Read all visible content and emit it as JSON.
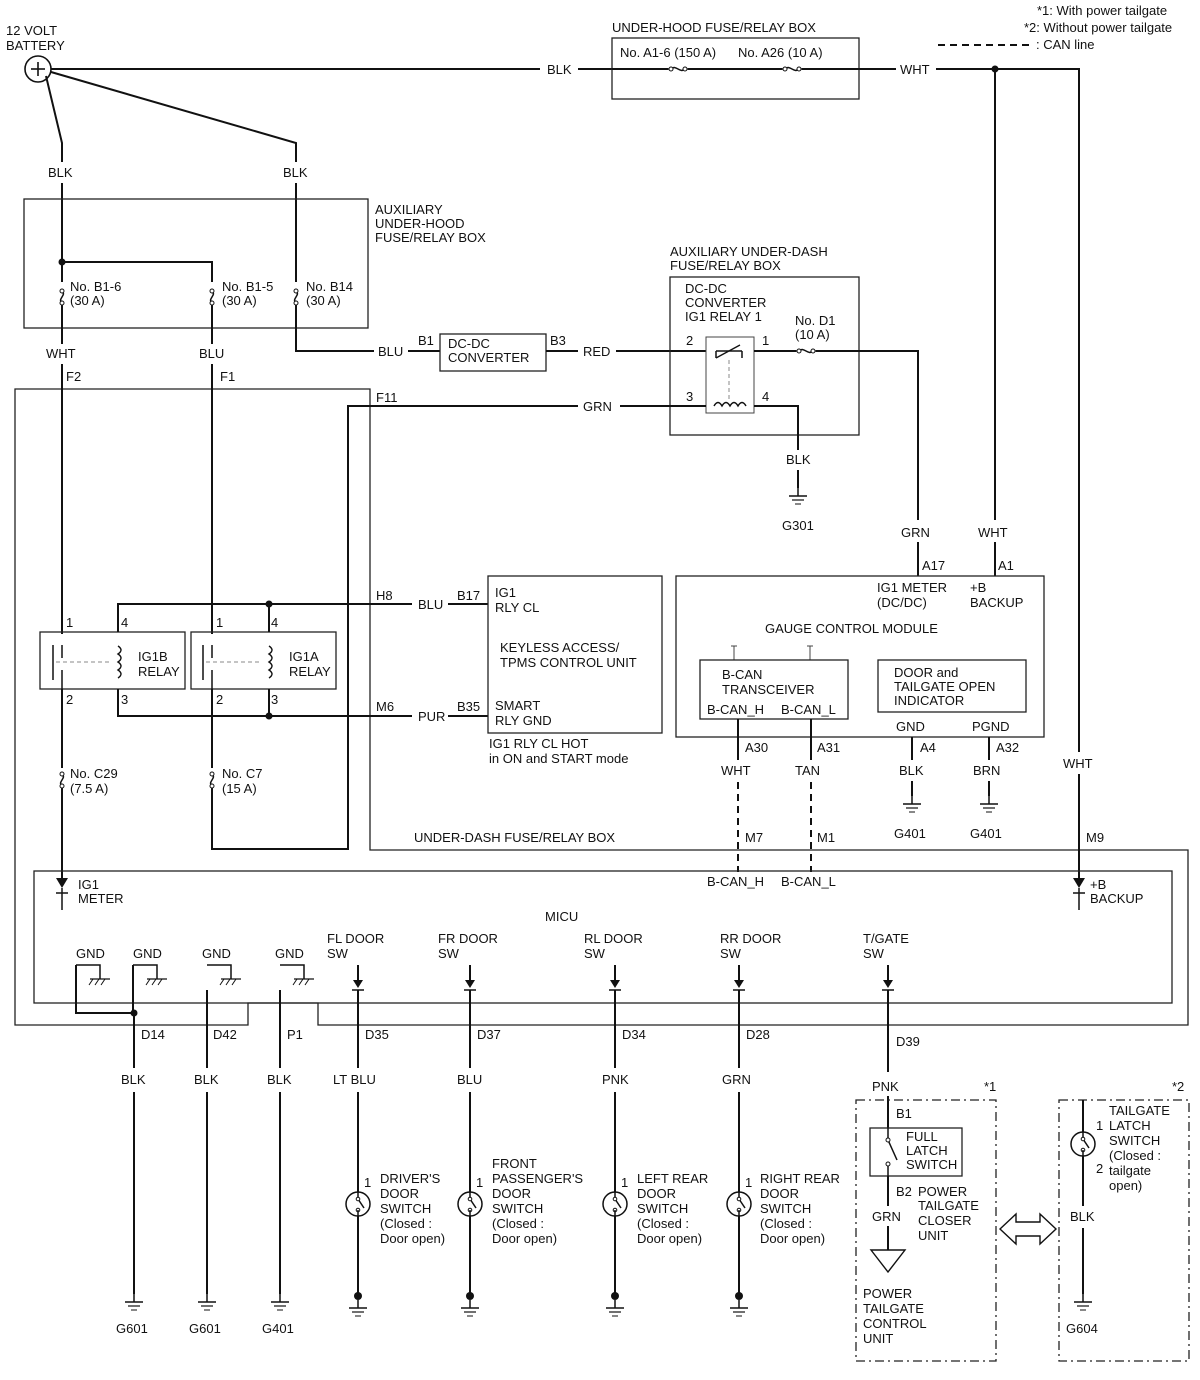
{
  "notes": {
    "n1": "*1: With power tailgate",
    "n2": "*2: Without power tailgate",
    "can": ": CAN line"
  },
  "battery": {
    "l1": "12 VOLT",
    "l2": "BATTERY"
  },
  "uhb": {
    "title": "UNDER-HOOD FUSE/RELAY BOX",
    "fuse1": "No. A1-6 (150 A)",
    "fuse2": "No. A26 (10 A)"
  },
  "auxuhb": {
    "l1": "AUXILIARY",
    "l2": "UNDER-HOOD",
    "l3": "FUSE/RELAY BOX",
    "b16a": "No. B1-6",
    "b16b": "(30 A)",
    "b15a": "No. B1-5",
    "b15b": "(30 A)",
    "b14a": "No. B14",
    "b14b": "(30 A)"
  },
  "auxudb": {
    "l1": "AUXILIARY UNDER-DASH",
    "l2": "FUSE/RELAY BOX",
    "r1": "DC-DC",
    "r2": "CONVERTER",
    "r3": "IG1 RELAY 1",
    "d1a": "No. D1",
    "d1b": "(10 A)",
    "p1": "1",
    "p2": "2",
    "p3": "3",
    "p4": "4"
  },
  "dcdc": {
    "l1": "DC-DC",
    "l2": "CONVERTER",
    "b1": "B1",
    "b3": "B3"
  },
  "wires": {
    "blk": "BLK",
    "wht": "WHT",
    "blu": "BLU",
    "red": "RED",
    "grn": "GRN",
    "pur": "PUR",
    "tan": "TAN",
    "brn": "BRN",
    "ltblu": "LT BLU",
    "pnk": "PNK"
  },
  "conn": {
    "f2": "F2",
    "f1": "F1",
    "f11": "F11",
    "h8": "H8",
    "m6": "M6",
    "m7": "M7",
    "m1": "M1",
    "m9": "M9",
    "b17": "B17",
    "b35": "B35",
    "a17": "A17",
    "a1": "A1",
    "a30": "A30",
    "a31": "A31",
    "a4": "A4",
    "a32": "A32",
    "d14": "D14",
    "d42": "D42",
    "p1": "P1",
    "d35": "D35",
    "d37": "D37",
    "d34": "D34",
    "d28": "D28",
    "d39": "D39",
    "b1": "B1",
    "b2": "B2"
  },
  "grounds": {
    "g301": "G301",
    "g401": "G401",
    "g601": "G601",
    "g604": "G604"
  },
  "relays": {
    "ig1b_a": "IG1B",
    "ig1b_b": "RELAY",
    "ig1a_a": "IG1A",
    "ig1a_b": "RELAY",
    "p1": "1",
    "p2": "2",
    "p3": "3",
    "p4": "4"
  },
  "keyless": {
    "ig1": "IG1",
    "rlycl": "RLY CL",
    "t1": "KEYLESS ACCESS/",
    "t2": "TPMS CONTROL UNIT",
    "smart": "SMART",
    "rlygnd": "RLY GND",
    "n1": "IG1 RLY CL HOT",
    "n2": "in ON and START mode"
  },
  "gauge": {
    "ig1m": "IG1 METER",
    "dcdc": "(DC/DC)",
    "plusb": "+B",
    "backup": "BACKUP",
    "title": "GAUGE CONTROL MODULE",
    "bcan1": "B-CAN",
    "bcan2": "TRANSCEIVER",
    "canh": "B-CAN_H",
    "canl": "B-CAN_L",
    "door1": "DOOR and",
    "door2": "TAILGATE OPEN",
    "door3": "INDICATOR",
    "gnd": "GND",
    "pgnd": "PGND"
  },
  "udb": {
    "title": "UNDER-DASH FUSE/RELAY BOX",
    "c29a": "No. C29",
    "c29b": "(7.5 A)",
    "c7a": "No. C7",
    "c7b": "(15 A)"
  },
  "micu": {
    "title": "MICU",
    "ig1": "IG1",
    "meter": "METER",
    "canh": "B-CAN_H",
    "canl": "B-CAN_L",
    "plusb": "+B",
    "backup": "BACKUP",
    "gnd": "GND",
    "fl1": "FL DOOR",
    "fr1": "FR DOOR",
    "rl1": "RL DOOR",
    "rr1": "RR DOOR",
    "tg1": "T/GATE",
    "sw": "SW"
  },
  "switches": {
    "drv": [
      "DRIVER'S",
      "DOOR",
      "SWITCH",
      "(Closed :",
      "Door open)"
    ],
    "fp": [
      "FRONT",
      "PASSENGER'S",
      "DOOR",
      "SWITCH",
      "(Closed :",
      "Door open)"
    ],
    "lr": [
      "LEFT REAR",
      "DOOR",
      "SWITCH",
      "(Closed :",
      "Door open)"
    ],
    "rr": [
      "RIGHT REAR",
      "DOOR",
      "SWITCH",
      "(Closed :",
      "Door open)"
    ],
    "pin1": "1"
  },
  "tailgate": {
    "star1": "*1",
    "star2": "*2",
    "fl1": "FULL",
    "fl2": "LATCH",
    "fl3": "SWITCH",
    "pc1": "POWER",
    "pc2": "TAILGATE",
    "pc3": "CLOSER",
    "pc4": "UNIT",
    "pt1": "POWER",
    "pt2": "TAILGATE",
    "pt3": "CONTROL",
    "pt4": "UNIT",
    "ts1": "TAILGATE",
    "ts2": "LATCH",
    "ts3": "SWITCH",
    "ts4": "(Closed :",
    "ts5": "tailgate",
    "ts6": "open)",
    "pin1": "1",
    "pin2": "2"
  }
}
